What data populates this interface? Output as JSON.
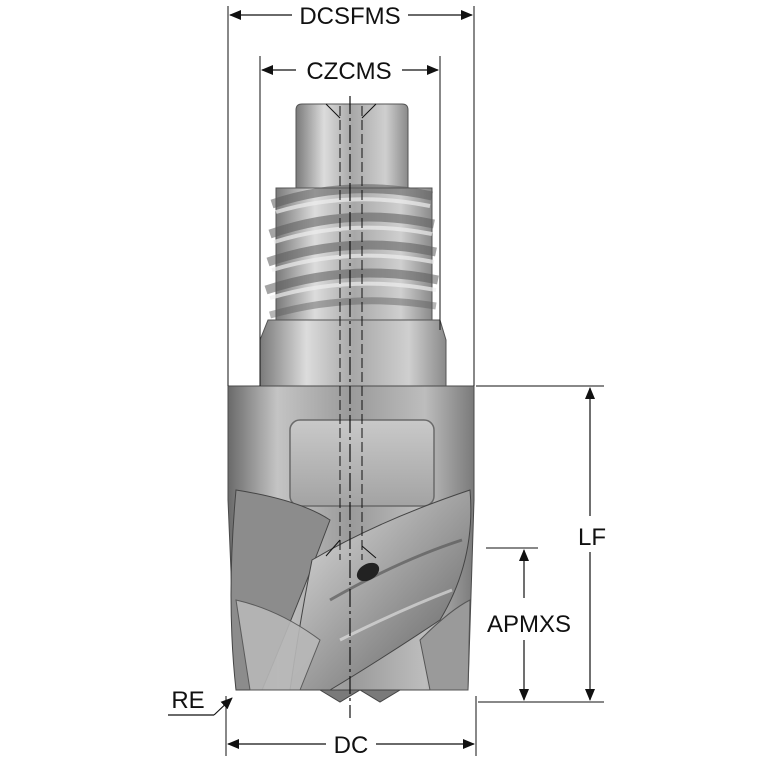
{
  "labels": {
    "dcsfms": "DCSFMS",
    "czcms": "CZCMS",
    "lf": "LF",
    "apmxs": "APMXS",
    "re": "RE",
    "dc": "DC"
  },
  "colors": {
    "line": "#111111",
    "metal_light": "#d8d8d8",
    "metal_mid": "#a6a6a6",
    "metal_dark": "#6e6e6e",
    "metal_shadow": "#4a4a4a",
    "pocket": "#b3b3b3",
    "background": "#ffffff"
  }
}
